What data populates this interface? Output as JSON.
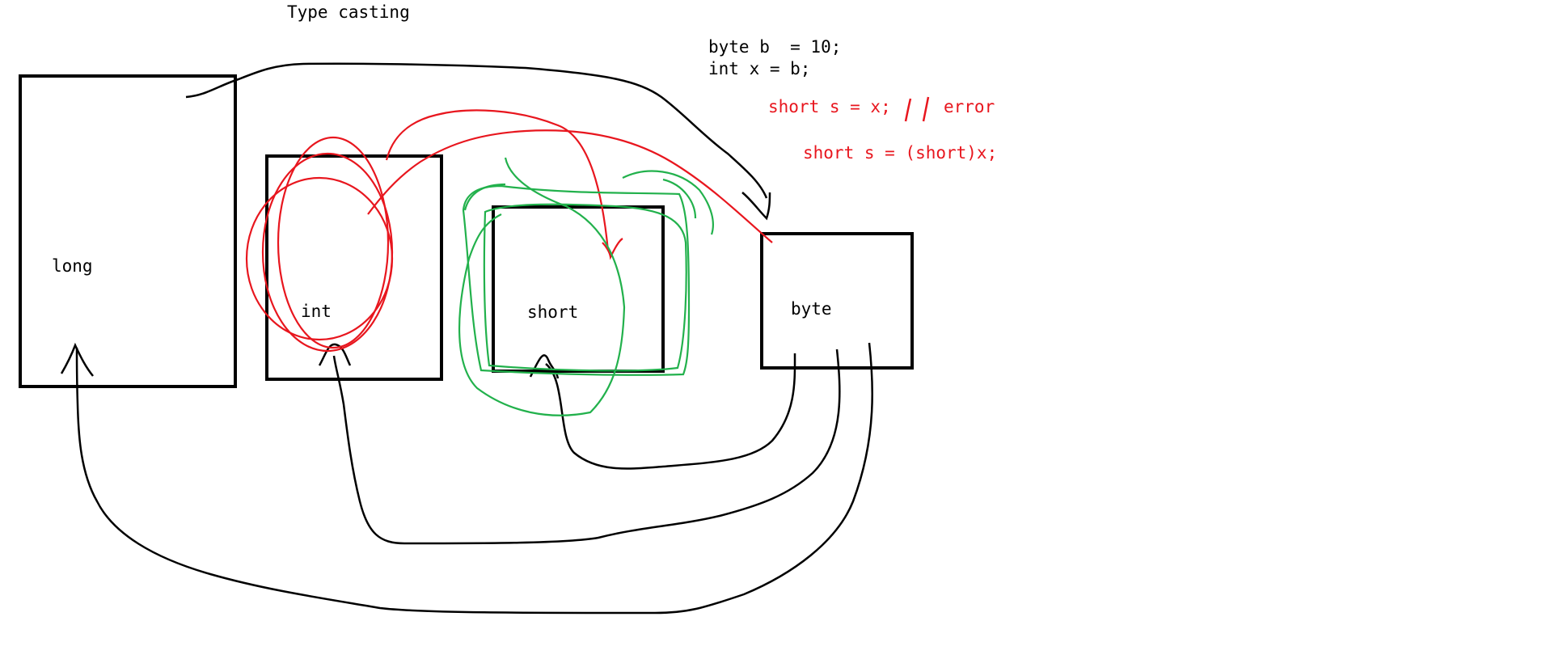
{
  "title": "Type casting",
  "boxes": {
    "long": "long",
    "int": "int",
    "short": "short",
    "byte": "byte"
  },
  "code": {
    "line1": "byte b  = 10;",
    "line2": "int x = b;",
    "error_code": "short s = x;",
    "error_word": "error",
    "cast_code": "short s = (short)x;"
  },
  "colors": {
    "ink": "#000000",
    "error": "#e8161e",
    "annotation": "#22b14c"
  }
}
